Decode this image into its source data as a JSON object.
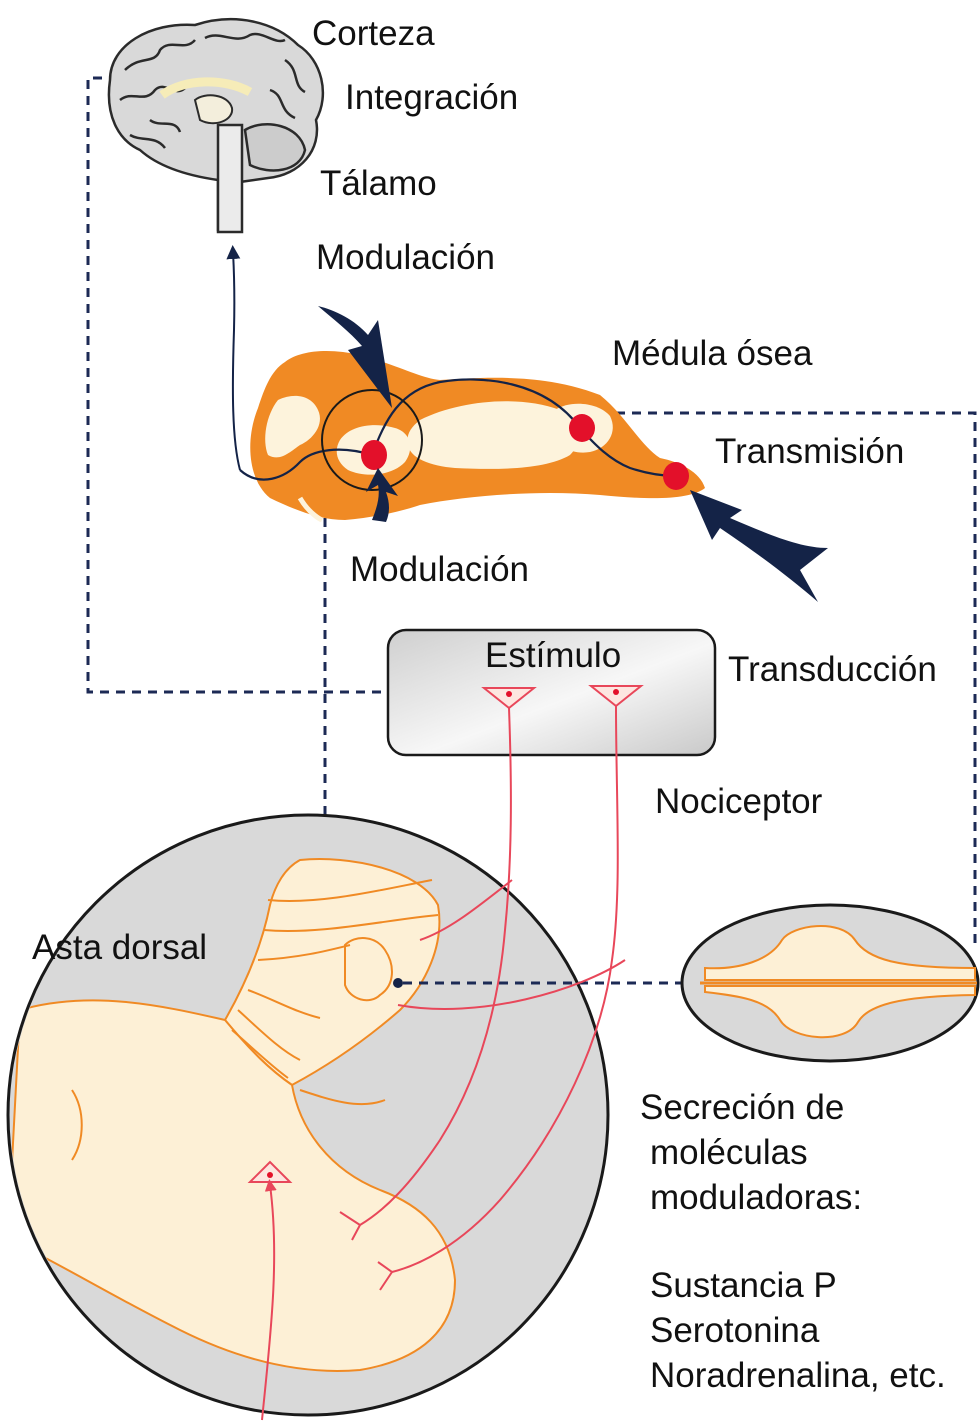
{
  "labels": {
    "corteza": "Corteza",
    "integracion": "Integración",
    "talamo": "Tálamo",
    "modulacion_top": "Modulación",
    "medula": "Médula ósea",
    "transmision": "Transmisión",
    "modulacion_bottom": "Modulación",
    "estimulo": "Estímulo",
    "transduccion": "Transducción",
    "nociceptor": "Nociceptor",
    "asta_dorsal": "Asta dorsal"
  },
  "secretion": {
    "heading": [
      "Secreción de",
      "moléculas",
      "moduladoras:"
    ],
    "molecules": [
      "Sustancia P",
      "Serotonina",
      "Noradrenalina, etc."
    ]
  },
  "colors": {
    "orange": "#f08a24",
    "cream": "#fdf3dc",
    "navy": "#142347",
    "nerve_red": "#e8475a",
    "node_red": "#e3102a",
    "circle_gray": "#d9d9d9"
  }
}
